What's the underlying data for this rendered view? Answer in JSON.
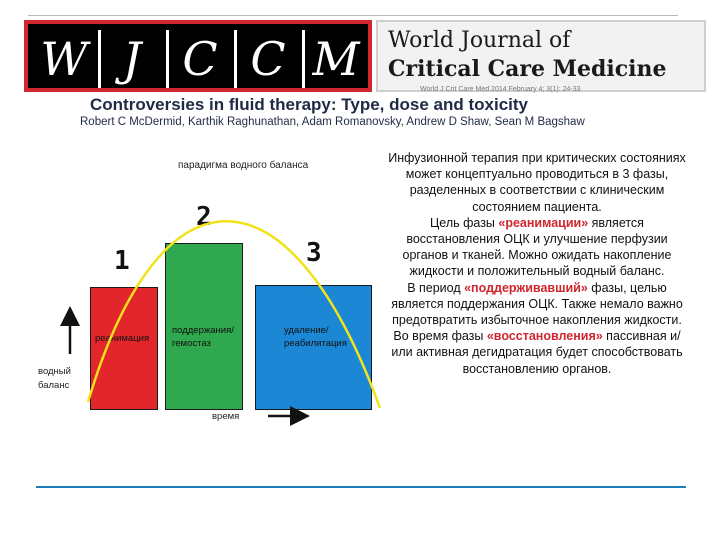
{
  "banner": {
    "logo_letters": [
      "W",
      "J",
      "C",
      "C",
      "M"
    ],
    "journal_name_line1": "World Journal of",
    "journal_name_line2": "Critical Care Medicine",
    "journal_citation": "World J Crit Care Med 2014 February 4; 3(1): 24-33",
    "brand_red": "#d0262e"
  },
  "article": {
    "title": "Controversies in fluid therapy: Type, dose and toxicity",
    "authors": "Robert C McDermid, Karthik Raghunathan, Adam Romanovsky, Andrew D Shaw, Sean M Bagshaw"
  },
  "diagram": {
    "title": "парадигма водного баланса",
    "phases": [
      {
        "number": "1",
        "label_lines": [
          "реанимация"
        ],
        "color": "#e3262c"
      },
      {
        "number": "2",
        "label_lines": [
          "поддержания/",
          "гемостаз"
        ],
        "color": "#2fa84f"
      },
      {
        "number": "3",
        "label_lines": [
          "удаление/",
          "реабилитация"
        ],
        "color": "#1c87d4"
      }
    ],
    "y_axis_label_lines": [
      "водный",
      "баланс"
    ],
    "x_axis_label": "время",
    "curve_color": "#f2e21a"
  },
  "text": {
    "p1": "Инфузионной терапия при критических состояниях может концептуально проводиться в 3 фазы, разделенных в соответствии с клиническим состоянием пациента.",
    "p2_before": "Цель фазы ",
    "p2_highlight": "«реанимации»",
    "p2_after": " является восстановления ОЦК и улучшение перфузии органов и тканей. Можно ожидать накопление жидкости и положительный водный баланс.",
    "p3_before": "В период ",
    "p3_highlight": "«поддерживавший»",
    "p3_after": " фазы, целью является поддержания ОЦК. Также немало важно предотвратить избыточное накопления жидкости.",
    "p4_before": "Во время фазы ",
    "p4_highlight": "«восстановления»",
    "p4_after": " пассивная и/или активная дегидратация будет способствовать восстановлению органов."
  }
}
